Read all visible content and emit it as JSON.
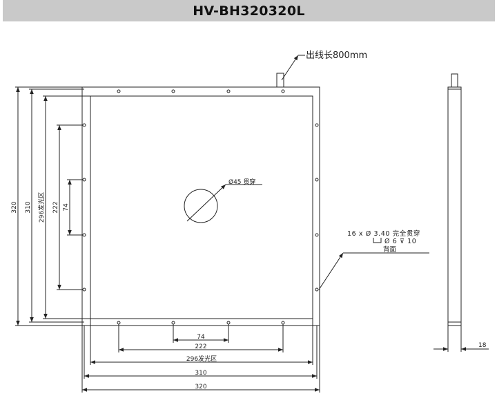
{
  "title": "HV-BH320320L",
  "labels": {
    "cable": "出线长800mm",
    "center_hole": "Ø45 贯穿",
    "hole_line1": "16 x Ø 3.40 完全贯穿",
    "hole_line2": "Ø 6 ⊽ 10",
    "hole_back": "背面"
  },
  "dimensions": {
    "bottom_74": "74",
    "bottom_222": "222",
    "bottom_296": "296发光区",
    "bottom_310": "310",
    "bottom_320": "320",
    "left_320": "320",
    "left_310": "310",
    "left_296": "296发光区",
    "left_222": "222",
    "left_74": "74",
    "side_18": "18"
  }
}
